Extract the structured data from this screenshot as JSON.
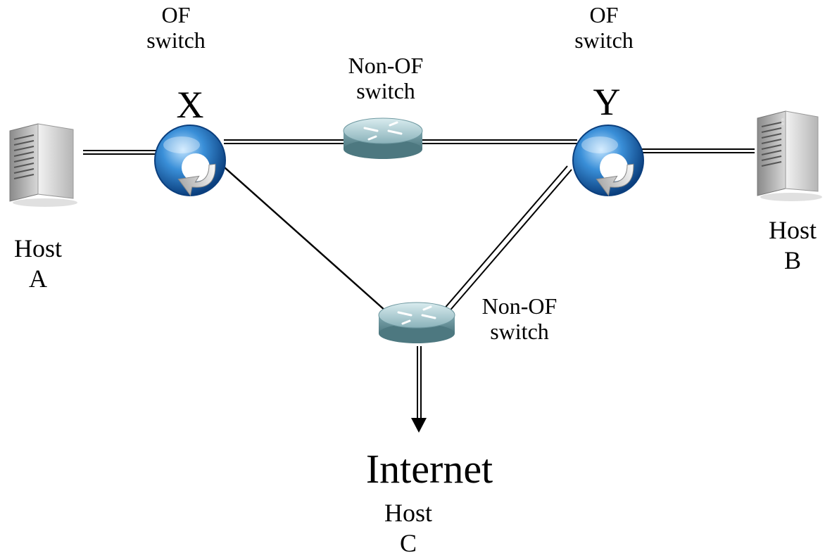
{
  "switches": {
    "x": {
      "type_label": "OF\nswitch",
      "id_label": "X"
    },
    "y": {
      "type_label": "OF\nswitch",
      "id_label": "Y"
    },
    "top_non_of": {
      "label": "Non-OF\nswitch"
    },
    "bottom_non_of": {
      "label": "Non-OF\nswitch"
    }
  },
  "hosts": {
    "a": {
      "label": "Host\nA"
    },
    "b": {
      "label": "Host\nB"
    },
    "c": {
      "label": "Host\nC"
    }
  },
  "internet": {
    "label": "Internet"
  },
  "icons": {
    "of_switch": "openflow-switch-icon",
    "router": "router-icon",
    "server": "server-icon"
  },
  "colors": {
    "of_switch_blue": "#1e6fb8",
    "router_teal": "#8fb7bf",
    "server_gray": "#a0a0a0",
    "link": "#000000"
  }
}
